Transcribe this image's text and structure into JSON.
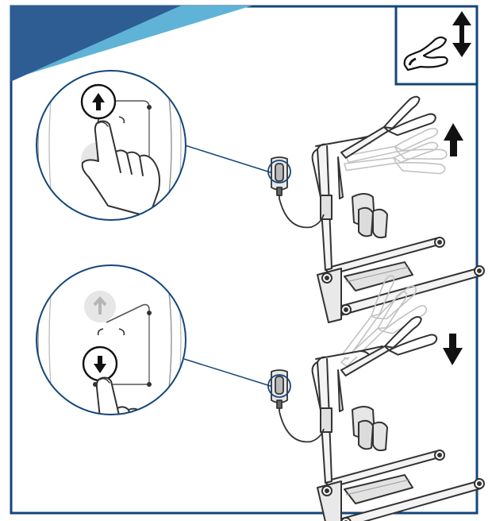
{
  "colors": {
    "frame": "#14467a",
    "banner_dark": "#2d5d93",
    "banner_light": "#5fb3d6",
    "line": "#333333",
    "mid": "#777777",
    "light": "#bbbbbb",
    "ghost_button": "#e6e6e6",
    "ghost_arrow": "#b5b5b5"
  },
  "icons": {
    "corner_badge": "arm-raise-lower-icon",
    "step1_direction": "up-arrow-icon",
    "step2_direction": "down-arrow-icon",
    "step1_pressed_button": "up-arrow-button-icon",
    "step2_pressed_button": "down-arrow-button-icon"
  },
  "steps": [
    {
      "direction": "up",
      "pressed_button": "up"
    },
    {
      "direction": "down",
      "pressed_button": "down"
    }
  ]
}
